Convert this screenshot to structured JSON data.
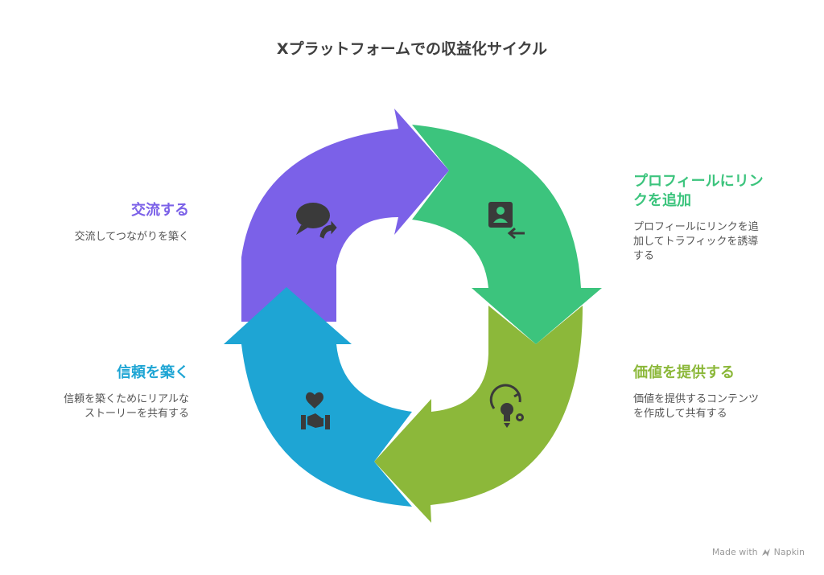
{
  "title": "Xプラットフォームでの収益化サイクル",
  "steps": {
    "connect": {
      "heading": "交流する",
      "description": "交流してつながりを築く",
      "color": "#7b61e8",
      "icon": "chat-reply-icon"
    },
    "link": {
      "heading_line1": "プロフィールにリン",
      "heading_line2": "クを追加",
      "description_line1": "プロフィールにリンクを追",
      "description_line2": "加してトラフィックを誘導",
      "description_line3": "する",
      "color": "#3cc47d",
      "icon": "profile-link-icon"
    },
    "value": {
      "heading": "価値を提供する",
      "description_line1": "価値を提供するコンテンツ",
      "description_line2": "を作成して共有する",
      "color": "#8cb83a",
      "icon": "lightbulb-gear-icon"
    },
    "trust": {
      "heading": "信頼を築く",
      "description_line1": "信頼を築くためにリアルな",
      "description_line2": "ストーリーを共有する",
      "color": "#1ea5d4",
      "icon": "handshake-heart-icon"
    }
  },
  "footer": {
    "made_with": "Made with",
    "brand": "Napkin"
  }
}
